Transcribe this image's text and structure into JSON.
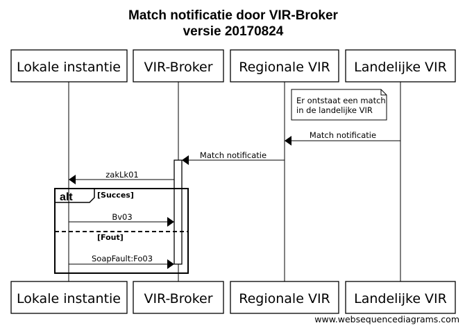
{
  "title": {
    "line1": "Match notificatie door VIR-Broker",
    "line2": "versie 20170824"
  },
  "participants": [
    {
      "id": "lokale",
      "label": "Lokale instantie"
    },
    {
      "id": "broker",
      "label": "VIR-Broker"
    },
    {
      "id": "regionale",
      "label": "Regionale VIR"
    },
    {
      "id": "landelijke",
      "label": "Landelijke VIR"
    }
  ],
  "note": {
    "line1": "Er ontstaat een match",
    "line2": "in de landelijke VIR"
  },
  "messages": [
    {
      "from": "landelijke",
      "to": "regionale",
      "label": "Match notificatie"
    },
    {
      "from": "regionale",
      "to": "broker",
      "label": "Match notificatie"
    },
    {
      "from": "broker",
      "to": "lokale",
      "label": "zakLk01"
    },
    {
      "from": "lokale",
      "to": "broker",
      "label": "Bv03"
    },
    {
      "from": "lokale",
      "to": "broker",
      "label": "SoapFault:Fo03"
    }
  ],
  "frame": {
    "type": "alt",
    "conditions": [
      "[Succes]",
      "[Fout]"
    ]
  },
  "watermark": "www.websequencediagrams.com"
}
